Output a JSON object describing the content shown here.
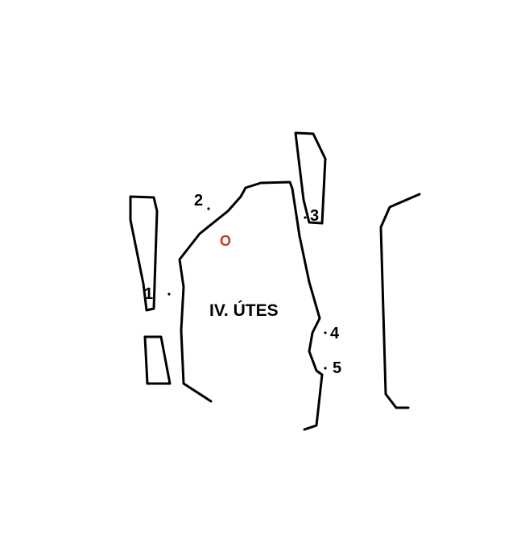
{
  "map": {
    "wall_title": "IV. ÚTES",
    "marker_label": "O",
    "marker_color": "#c0392b",
    "line_color": "#000000",
    "background_color": "#ffffff",
    "routes": [
      {
        "number": "1"
      },
      {
        "number": "2"
      },
      {
        "number": "3"
      },
      {
        "number": "4"
      },
      {
        "number": "5"
      }
    ]
  }
}
